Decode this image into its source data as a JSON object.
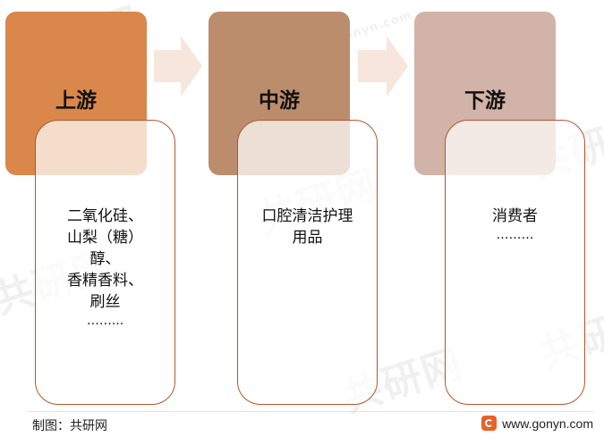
{
  "stages": [
    {
      "title": "上游",
      "head_color": "#d9874a",
      "items": [
        "二氧化硅、",
        "山梨（糖）",
        "醇、",
        "香精香料、",
        "刷丝"
      ],
      "ellipsis": "……..."
    },
    {
      "title": "中游",
      "head_color": "#bb8d6d",
      "items": [
        "口腔清洁护理",
        "用品"
      ],
      "ellipsis": ""
    },
    {
      "title": "下游",
      "head_color": "#d2b3a7",
      "items": [
        "消费者"
      ],
      "ellipsis": "………"
    }
  ],
  "arrow_color": "#f6e6dc",
  "card_border_color": "#b5552b",
  "footer": {
    "source": "制图：共研网",
    "website": "www.gonyn.com",
    "logo_icon": "gonyn-logo-icon"
  },
  "watermark": {
    "text": "共研网",
    "url": "www.gonyn.com"
  }
}
